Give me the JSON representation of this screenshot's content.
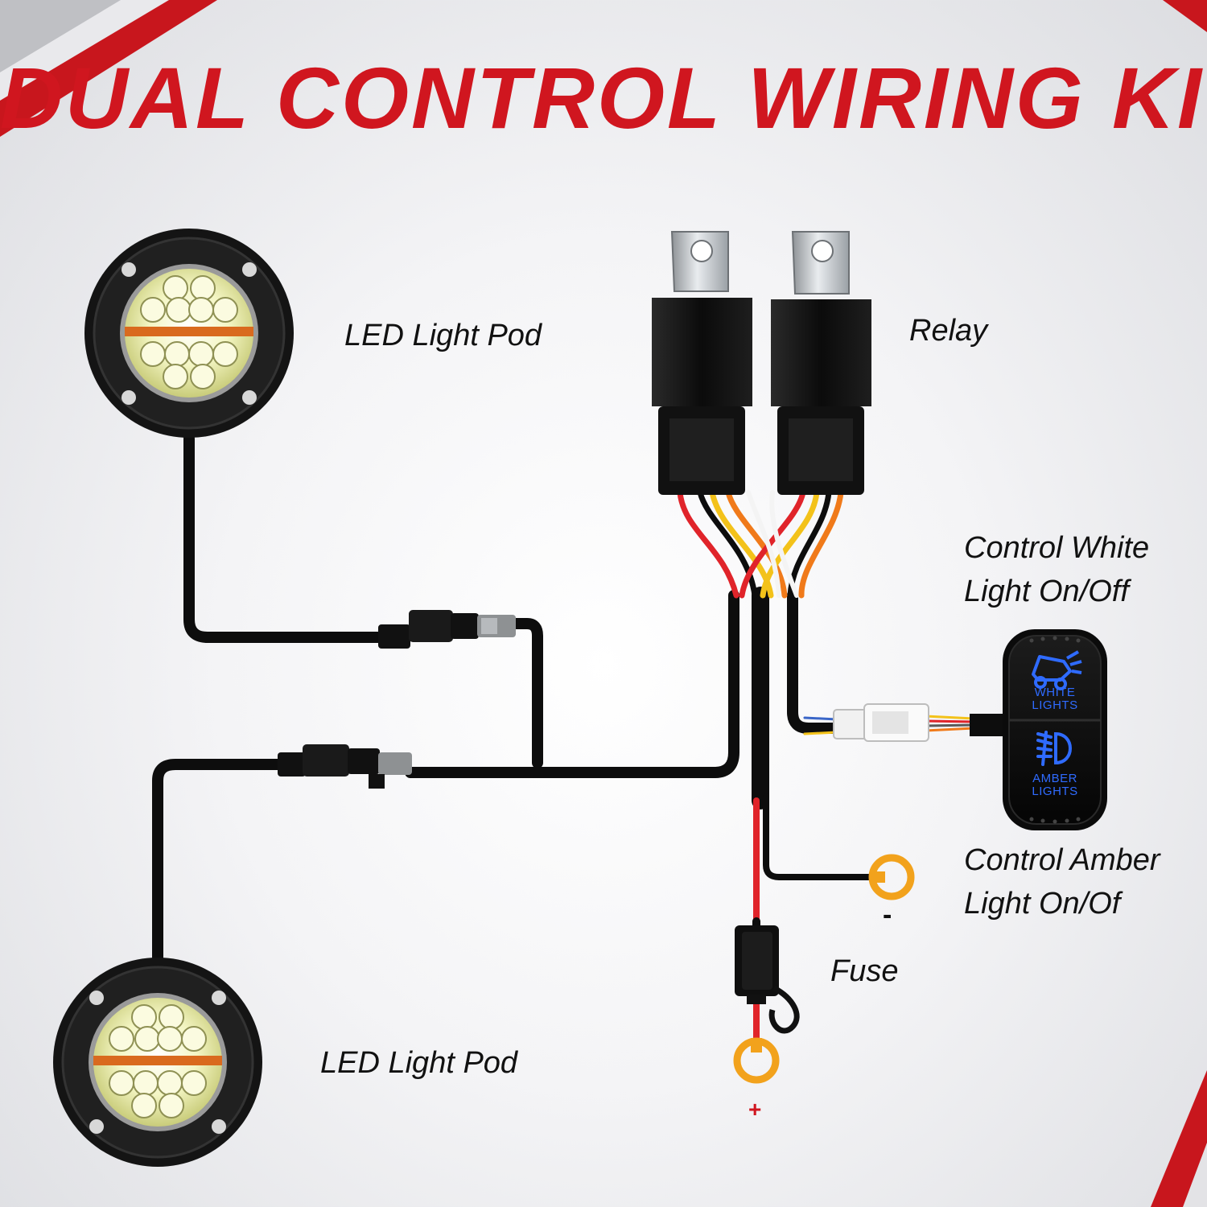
{
  "title": "DUAL CONTROL WIRING KIT",
  "labels": {
    "pod_top": "LED Light Pod",
    "pod_bottom": "LED Light Pod",
    "relay": "Relay",
    "control_white_line1": "Control White",
    "control_white_line2": "Light On/Off",
    "control_amber_line1": "Control Amber",
    "control_amber_line2": "Light On/Of",
    "fuse": "Fuse",
    "ground_sign": "-",
    "positive_sign": "+"
  },
  "switch": {
    "white_label": "WHITE\nLIGHTS",
    "amber_label": "AMBER\nLIGHTS",
    "white_icon": "offroad-vehicle-icon",
    "amber_icon": "fog-light-icon"
  },
  "colors": {
    "title": "#d0161f",
    "accent_red": "#c8161d",
    "switch_glow": "#2f6bff",
    "ring_terminal": "#f2a21c",
    "wire_red": "#e0242a",
    "wire_yellow": "#f3c21a",
    "wire_orange": "#f07a1a",
    "wire_white": "#f4f4f4",
    "harness": "#0d0d0d"
  }
}
